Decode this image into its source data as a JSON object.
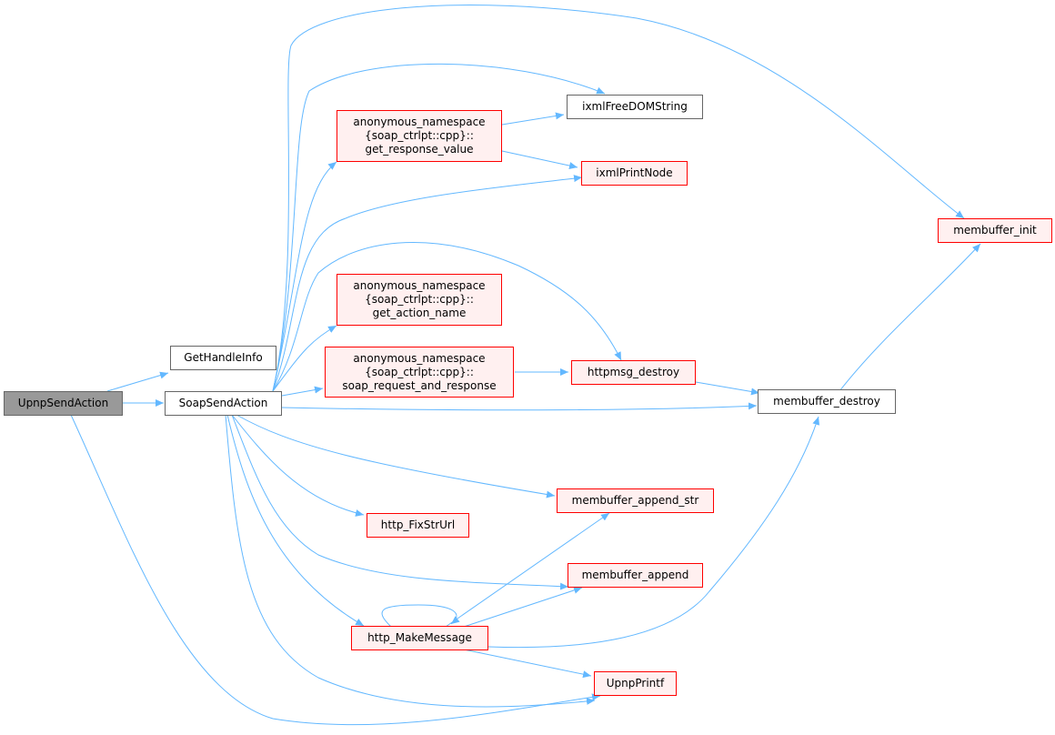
{
  "colors": {
    "edge": "#63b8ff",
    "root_fill": "#999999",
    "node_border": "#666666",
    "red_border": "#ff0000",
    "red_fill": "#fff0f0"
  },
  "nodes": {
    "upnp_send_action": {
      "lines": [
        "UpnpSendAction"
      ]
    },
    "get_handle_info": {
      "lines": [
        "GetHandleInfo"
      ]
    },
    "soap_send_action": {
      "lines": [
        "SoapSendAction"
      ]
    },
    "get_response_value": {
      "lines": [
        "anonymous_namespace",
        "{soap_ctrlpt::cpp}::",
        "get_response_value"
      ]
    },
    "get_action_name": {
      "lines": [
        "anonymous_namespace",
        "{soap_ctrlpt::cpp}::",
        "get_action_name"
      ]
    },
    "soap_request_and_response": {
      "lines": [
        "anonymous_namespace",
        "{soap_ctrlpt::cpp}::",
        "soap_request_and_response"
      ]
    },
    "ixml_free_domstring": {
      "lines": [
        "ixmlFreeDOMString"
      ]
    },
    "ixml_print_node": {
      "lines": [
        "ixmlPrintNode"
      ]
    },
    "httpmsg_destroy": {
      "lines": [
        "httpmsg_destroy"
      ]
    },
    "membuffer_init": {
      "lines": [
        "membuffer_init"
      ]
    },
    "membuffer_destroy": {
      "lines": [
        "membuffer_destroy"
      ]
    },
    "membuffer_append_str": {
      "lines": [
        "membuffer_append_str"
      ]
    },
    "http_fix_str_url": {
      "lines": [
        "http_FixStrUrl"
      ]
    },
    "membuffer_append": {
      "lines": [
        "membuffer_append"
      ]
    },
    "http_make_message": {
      "lines": [
        "http_MakeMessage"
      ]
    },
    "upnp_printf": {
      "lines": [
        "UpnpPrintf"
      ]
    }
  }
}
